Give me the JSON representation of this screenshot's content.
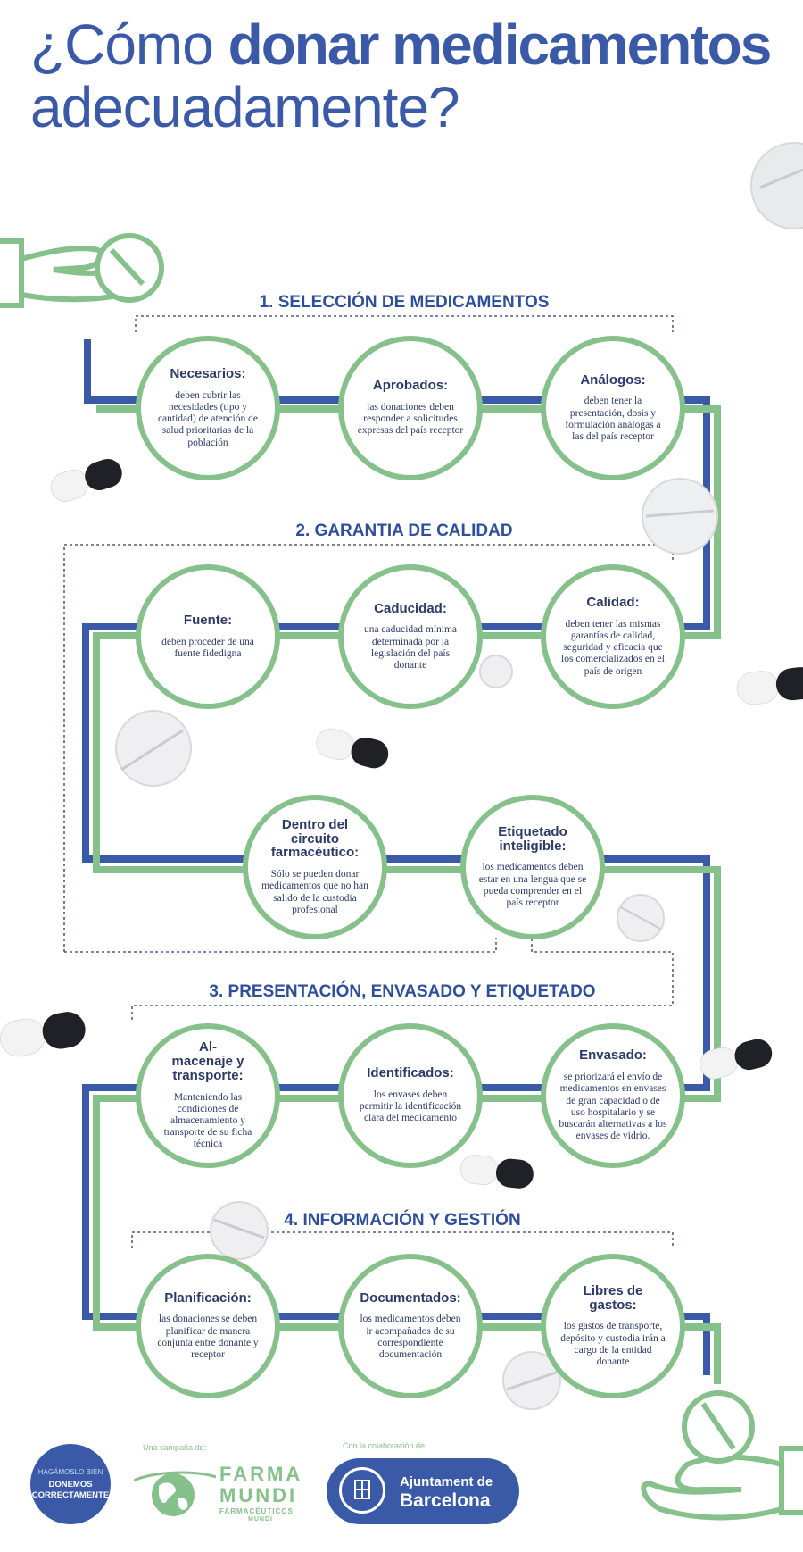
{
  "title": {
    "part_light": "¿Cómo ",
    "part_bold": "donar medicamentos",
    "line2": "adecuadamente?"
  },
  "sections": [
    {
      "title": "1. SELECCIÓN DE MEDICAMENTOS",
      "items": [
        {
          "title": "Necesarios:",
          "desc": "deben cubrir las necesidades (tipo y cantidad) de atención de salud prioritarias de la población"
        },
        {
          "title": "Aprobados:",
          "desc": "las donaciones deben responder a solicitudes expresas del país receptor"
        },
        {
          "title": "Análogos:",
          "desc": "deben tener la presentación, dosis y formulación análogas a las del país receptor"
        }
      ]
    },
    {
      "title": "2. GARANTIA DE CALIDAD",
      "items": [
        {
          "title": "Fuente:",
          "desc": "deben proceder de una fuente fidedigna"
        },
        {
          "title": "Caducidad:",
          "desc": "una caducidad mínima determinada por la legislación del país donante"
        },
        {
          "title": "Calidad:",
          "desc": "deben tener las mismas garantías de calidad, seguridad y eficacia que los comercializados en el país de origen"
        },
        {
          "title": "Dentro del circuito farmacéutico:",
          "desc": "Sólo se pueden donar medicamentos que no han salido de la custodia profesional"
        },
        {
          "title": "Etiquetado inteligible:",
          "desc": "los medicamentos deben estar en una lengua que se pueda comprender en el país receptor"
        }
      ]
    },
    {
      "title": "3. PRESENTACIÓN, ENVASADO Y  ETIQUETADO",
      "items": [
        {
          "title": "Almacenaje y transporte:",
          "title_display": "Al-\nmacenaje y\ntransporte:",
          "desc": "Manteniendo las condiciones de almacenamiento y transporte de su ficha técnica"
        },
        {
          "title": "Identificados:",
          "desc": "los envases deben permitir  la identificación clara del medicamento"
        },
        {
          "title": "Envasado:",
          "desc": "se priorizará el envío de medicamentos en envases de gran capacidad o de uso hospitalario y se buscarán alternativas a los envases de vidrio."
        }
      ]
    },
    {
      "title": "4. INFORMACIÓN Y GESTIÓN",
      "items": [
        {
          "title": "Planificación:",
          "desc": "las donaciones se deben planificar de manera conjunta entre donante y receptor"
        },
        {
          "title": "Documentados:",
          "desc": "los medicamentos deben ir acompañados de su correspondiente documentación"
        },
        {
          "title": "Libres de gastos:",
          "desc": "los gastos de transporte, depósito y custodia irán a cargo de la entidad donante"
        }
      ]
    }
  ],
  "footer": {
    "badge_line1": "HAGÁMOSLO BIEN",
    "badge_line2": "DONEMOS CORRECTAMENTE",
    "campaign_label": "Una campaña de:",
    "farma_line1": "FARMA",
    "farma_line2": "MUNDI",
    "farma_line3": "FARMACÉUTICOS",
    "farma_line4": "MUNDI",
    "collab_label": "Con la colaboración de:",
    "ajunt_line1": "Ajuntament de",
    "ajunt_line2": "Barcelona"
  },
  "colors": {
    "blue": "#3a5aa8",
    "green": "#86c08a",
    "navy": "#2b3a67"
  }
}
